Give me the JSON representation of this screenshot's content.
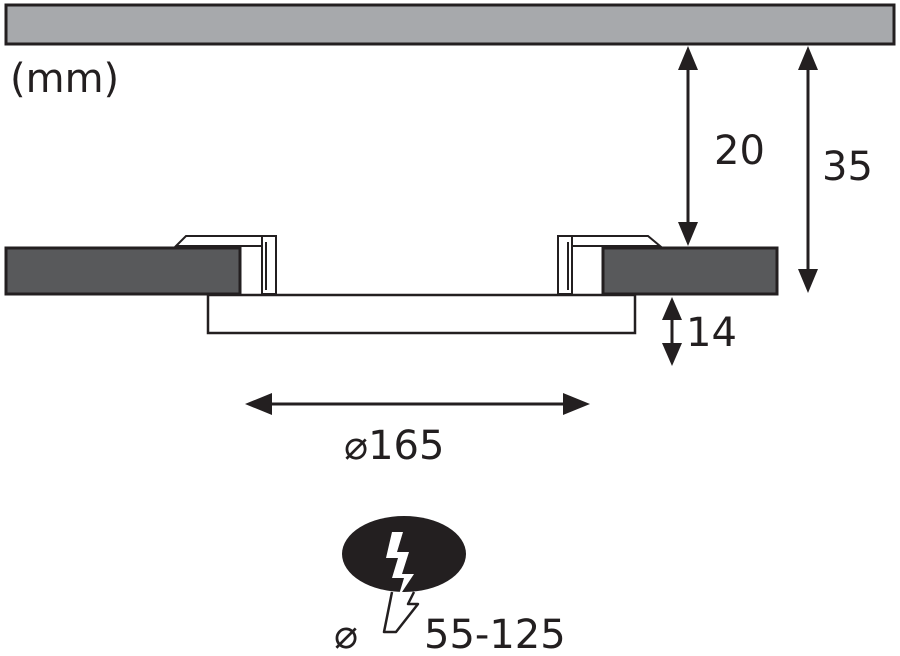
{
  "unit_label": "(mm)",
  "dimensions": {
    "gap_to_ceiling": "20",
    "total_depth": "35",
    "panel_height": "14",
    "diameter": "⌀165",
    "cutout_symbol": "⌀",
    "cutout_range": "55-125"
  },
  "colors": {
    "ceiling": "#a7a9ac",
    "board": "#58595b",
    "line": "#231f20",
    "panel": "#ffffff"
  },
  "icons": {
    "cutout": "oval-with-lightning-bolt"
  }
}
